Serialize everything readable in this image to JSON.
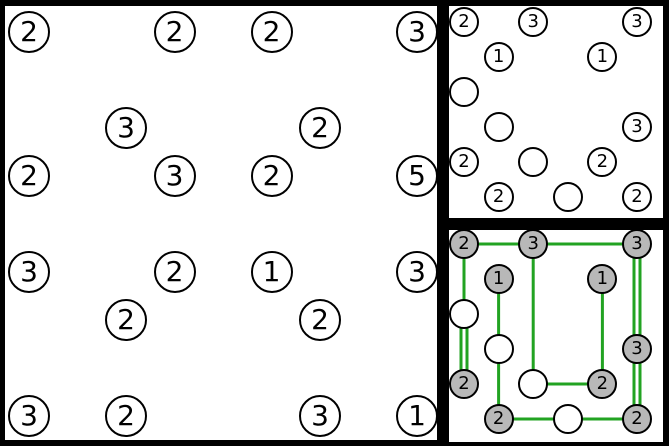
{
  "main_board": {
    "islands": [
      {
        "value": "2",
        "col": 0,
        "row": 0
      },
      {
        "value": "2",
        "col": 3,
        "row": 0
      },
      {
        "value": "2",
        "col": 5,
        "row": 0
      },
      {
        "value": "3",
        "col": 8,
        "row": 0
      },
      {
        "value": "3",
        "col": 2,
        "row": 2
      },
      {
        "value": "2",
        "col": 6,
        "row": 2
      },
      {
        "value": "2",
        "col": 0,
        "row": 3
      },
      {
        "value": "3",
        "col": 3,
        "row": 3
      },
      {
        "value": "2",
        "col": 5,
        "row": 3
      },
      {
        "value": "5",
        "col": 8,
        "row": 3
      },
      {
        "value": "3",
        "col": 0,
        "row": 5
      },
      {
        "value": "2",
        "col": 3,
        "row": 5
      },
      {
        "value": "1",
        "col": 5,
        "row": 5
      },
      {
        "value": "3",
        "col": 8,
        "row": 5
      },
      {
        "value": "2",
        "col": 2,
        "row": 6
      },
      {
        "value": "2",
        "col": 6,
        "row": 6
      },
      {
        "value": "3",
        "col": 0,
        "row": 8
      },
      {
        "value": "2",
        "col": 2,
        "row": 8
      },
      {
        "value": "3",
        "col": 6,
        "row": 8
      },
      {
        "value": "1",
        "col": 8,
        "row": 8
      }
    ]
  },
  "preview_board": {
    "islands": [
      {
        "value": "2",
        "col": 0,
        "row": 0
      },
      {
        "value": "3",
        "col": 2,
        "row": 0
      },
      {
        "value": "3",
        "col": 5,
        "row": 0
      },
      {
        "value": "1",
        "col": 1,
        "row": 1
      },
      {
        "value": "1",
        "col": 4,
        "row": 1
      },
      {
        "value": "",
        "col": 0,
        "row": 2
      },
      {
        "value": "",
        "col": 1,
        "row": 3
      },
      {
        "value": "3",
        "col": 5,
        "row": 3
      },
      {
        "value": "2",
        "col": 0,
        "row": 4
      },
      {
        "value": "",
        "col": 2,
        "row": 4
      },
      {
        "value": "2",
        "col": 4,
        "row": 4
      },
      {
        "value": "2",
        "col": 1,
        "row": 5
      },
      {
        "value": "",
        "col": 3,
        "row": 5
      },
      {
        "value": "2",
        "col": 5,
        "row": 5
      }
    ]
  },
  "solution_board": {
    "islands": [
      {
        "value": "2",
        "col": 0,
        "row": 0,
        "state": "solved"
      },
      {
        "value": "3",
        "col": 2,
        "row": 0,
        "state": "solved"
      },
      {
        "value": "3",
        "col": 5,
        "row": 0,
        "state": "solved"
      },
      {
        "value": "1",
        "col": 1,
        "row": 1,
        "state": "solved"
      },
      {
        "value": "1",
        "col": 4,
        "row": 1,
        "state": "solved"
      },
      {
        "value": "",
        "col": 0,
        "row": 2,
        "state": "empty"
      },
      {
        "value": "",
        "col": 1,
        "row": 3,
        "state": "empty"
      },
      {
        "value": "3",
        "col": 5,
        "row": 3,
        "state": "solved"
      },
      {
        "value": "2",
        "col": 0,
        "row": 4,
        "state": "solved"
      },
      {
        "value": "",
        "col": 2,
        "row": 4,
        "state": "empty"
      },
      {
        "value": "2",
        "col": 4,
        "row": 4,
        "state": "solved"
      },
      {
        "value": "2",
        "col": 1,
        "row": 5,
        "state": "solved"
      },
      {
        "value": "",
        "col": 3,
        "row": 5,
        "state": "empty"
      },
      {
        "value": "2",
        "col": 5,
        "row": 5,
        "state": "solved"
      }
    ],
    "bridges": [
      {
        "from": [
          0,
          0
        ],
        "to": [
          2,
          0
        ],
        "count": 1
      },
      {
        "from": [
          2,
          0
        ],
        "to": [
          5,
          0
        ],
        "count": 1
      },
      {
        "from": [
          0,
          0
        ],
        "to": [
          0,
          2
        ],
        "count": 1
      },
      {
        "from": [
          0,
          2
        ],
        "to": [
          0,
          4
        ],
        "count": 2
      },
      {
        "from": [
          2,
          0
        ],
        "to": [
          2,
          4
        ],
        "count": 1
      },
      {
        "from": [
          5,
          0
        ],
        "to": [
          5,
          3
        ],
        "count": 2
      },
      {
        "from": [
          5,
          3
        ],
        "to": [
          5,
          5
        ],
        "count": 2
      },
      {
        "from": [
          1,
          1
        ],
        "to": [
          1,
          3
        ],
        "count": 1
      },
      {
        "from": [
          1,
          3
        ],
        "to": [
          1,
          5
        ],
        "count": 1
      },
      {
        "from": [
          4,
          1
        ],
        "to": [
          4,
          4
        ],
        "count": 1
      },
      {
        "from": [
          2,
          4
        ],
        "to": [
          4,
          4
        ],
        "count": 1
      },
      {
        "from": [
          1,
          5
        ],
        "to": [
          3,
          5
        ],
        "count": 1
      },
      {
        "from": [
          3,
          5
        ],
        "to": [
          5,
          5
        ],
        "count": 1
      }
    ],
    "bridge_color": "#22a322",
    "solved_fill": "#b8b8b8"
  }
}
